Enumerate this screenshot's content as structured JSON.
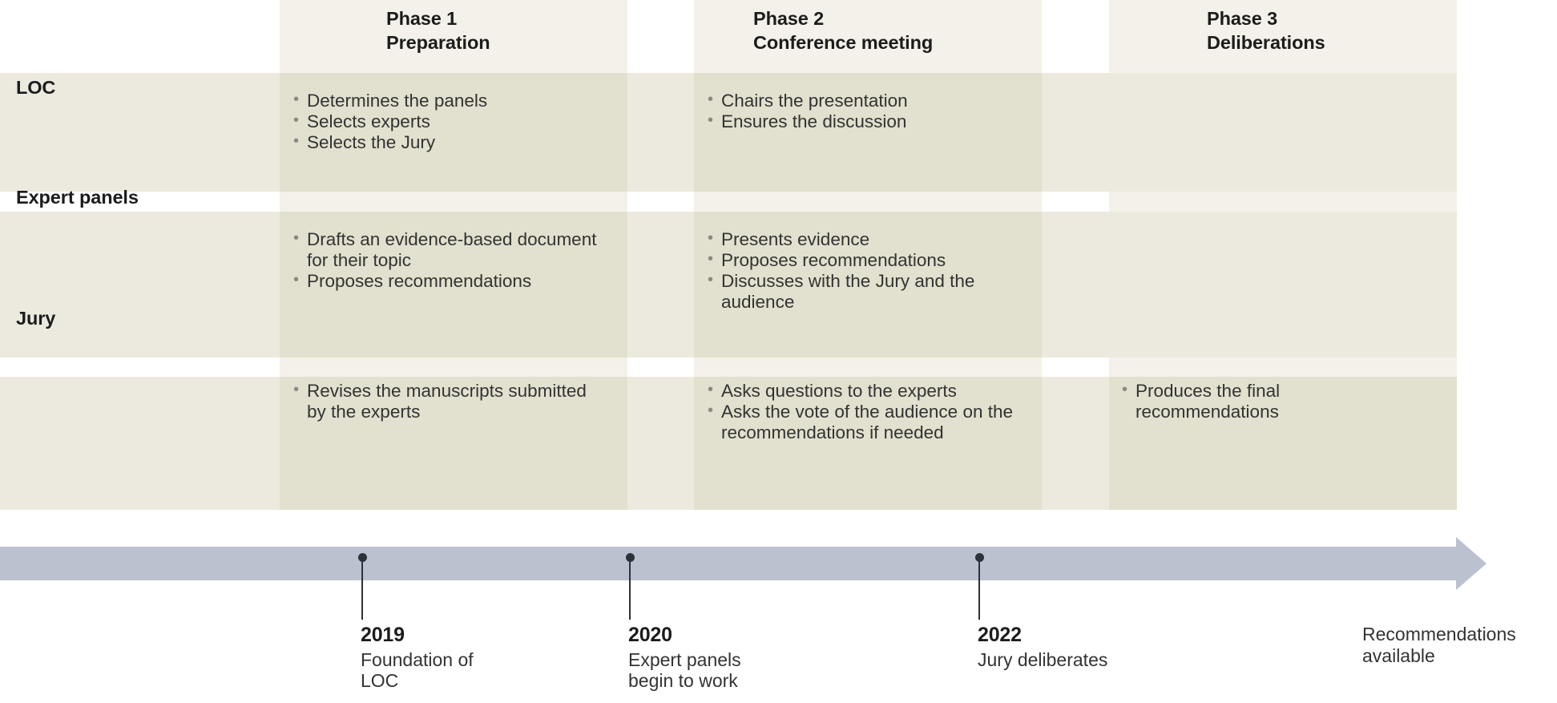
{
  "matrix": {
    "phases": [
      {
        "number": "Phase 1",
        "name": "Preparation"
      },
      {
        "number": "Phase 2",
        "name": "Conference meeting"
      },
      {
        "number": "Phase 3",
        "name": "Deliberations"
      }
    ],
    "rows": [
      {
        "label": "LOC",
        "cells": [
          [
            "Determines the panels",
            "Selects experts",
            "Selects the Jury"
          ],
          [
            "Chairs the presentation",
            "Ensures the discussion"
          ],
          []
        ]
      },
      {
        "label": "Expert panels",
        "cells": [
          [
            "Drafts an evidence-based document for their topic",
            "Proposes recommendations"
          ],
          [
            "Presents evidence",
            "Proposes recommendations",
            "Discusses with the Jury and the audience"
          ],
          []
        ]
      },
      {
        "label": "Jury",
        "cells": [
          [
            "Revises the manuscripts submitted by the experts"
          ],
          [
            "Asks questions to the experts",
            "Asks the vote of the audience on the recommendations if needed"
          ],
          [
            "Produces the final recommendations"
          ]
        ]
      }
    ]
  },
  "timeline": {
    "markers": [
      {
        "year": "2019",
        "description": "Foundation of\nLOC"
      },
      {
        "year": "2020",
        "description": "Expert panels\nbegin to work"
      },
      {
        "year": "2022",
        "description": "Jury deliberates"
      }
    ],
    "end_label": "Recommendations\navailable"
  },
  "colors": {
    "column_band": "#f4f1ea",
    "row_band": "#eceade",
    "cell_overlap": "#e2e0ce",
    "timeline_bar": "#bcc1cf",
    "marker": "#2b3238",
    "heading_text": "#1c1c1c",
    "body_text": "#333333",
    "bullet": "#8a8a84"
  }
}
